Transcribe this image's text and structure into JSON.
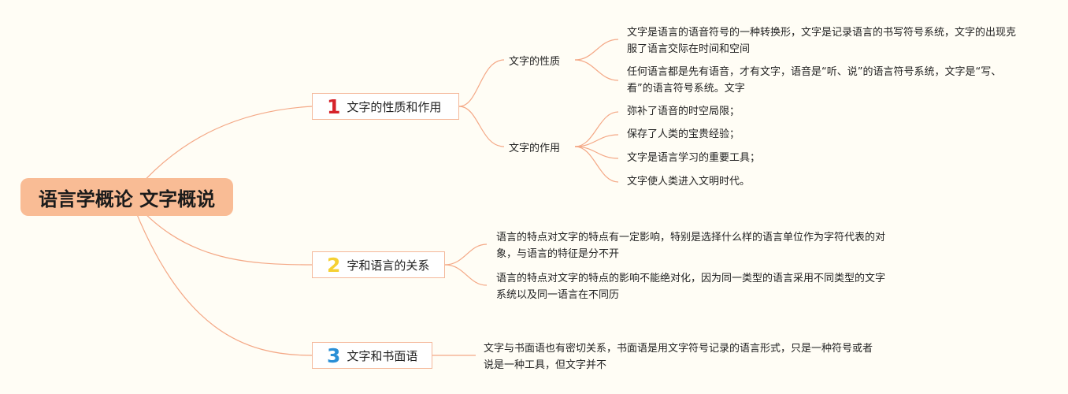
{
  "root": {
    "title": "语言学概论 文字概说"
  },
  "branches": [
    {
      "num": "1",
      "num_color": "#d6232b",
      "label": "文字的性质和作用",
      "subs": [
        {
          "label": "文字的性质",
          "leaves": [
            "文字是语言的语音符号的一种转换形，文字是记录语言的书写符号系统，文字的出现克服了语言交际在时间和空间",
            "任何语言都是先有语音，才有文字，语音是“听、说”的语言符号系统，文字是“写、看”的语言符号系统。文字"
          ]
        },
        {
          "label": "文字的作用",
          "leaves": [
            "弥补了语音的时空局限；",
            "保存了人类的宝贵经验；",
            "文字是语言学习的重要工具；",
            "文字使人类进入文明时代。"
          ]
        }
      ]
    },
    {
      "num": "2",
      "num_color": "#f5d033",
      "label": "字和语言的关系",
      "leaves": [
        "语言的特点对文字的特点有一定影响，特别是选择什么样的语言单位作为字符代表的对象，与语言的特征是分不开",
        "语言的特点对文字的特点的影响不能绝对化，因为同一类型的语言采用不同类型的文字系统以及同一语言在不同历"
      ]
    },
    {
      "num": "3",
      "num_color": "#2a8fd6",
      "label": "文字和书面语",
      "leaves": [
        "文字与书面语也有密切关系，书面语是用文字符号记录的语言形式，只是一种符号或者说是一种工具，但文字并不"
      ]
    }
  ],
  "colors": {
    "link": "#f4a886",
    "background": "#fffdf5",
    "root_fill": "#f9bc95"
  }
}
